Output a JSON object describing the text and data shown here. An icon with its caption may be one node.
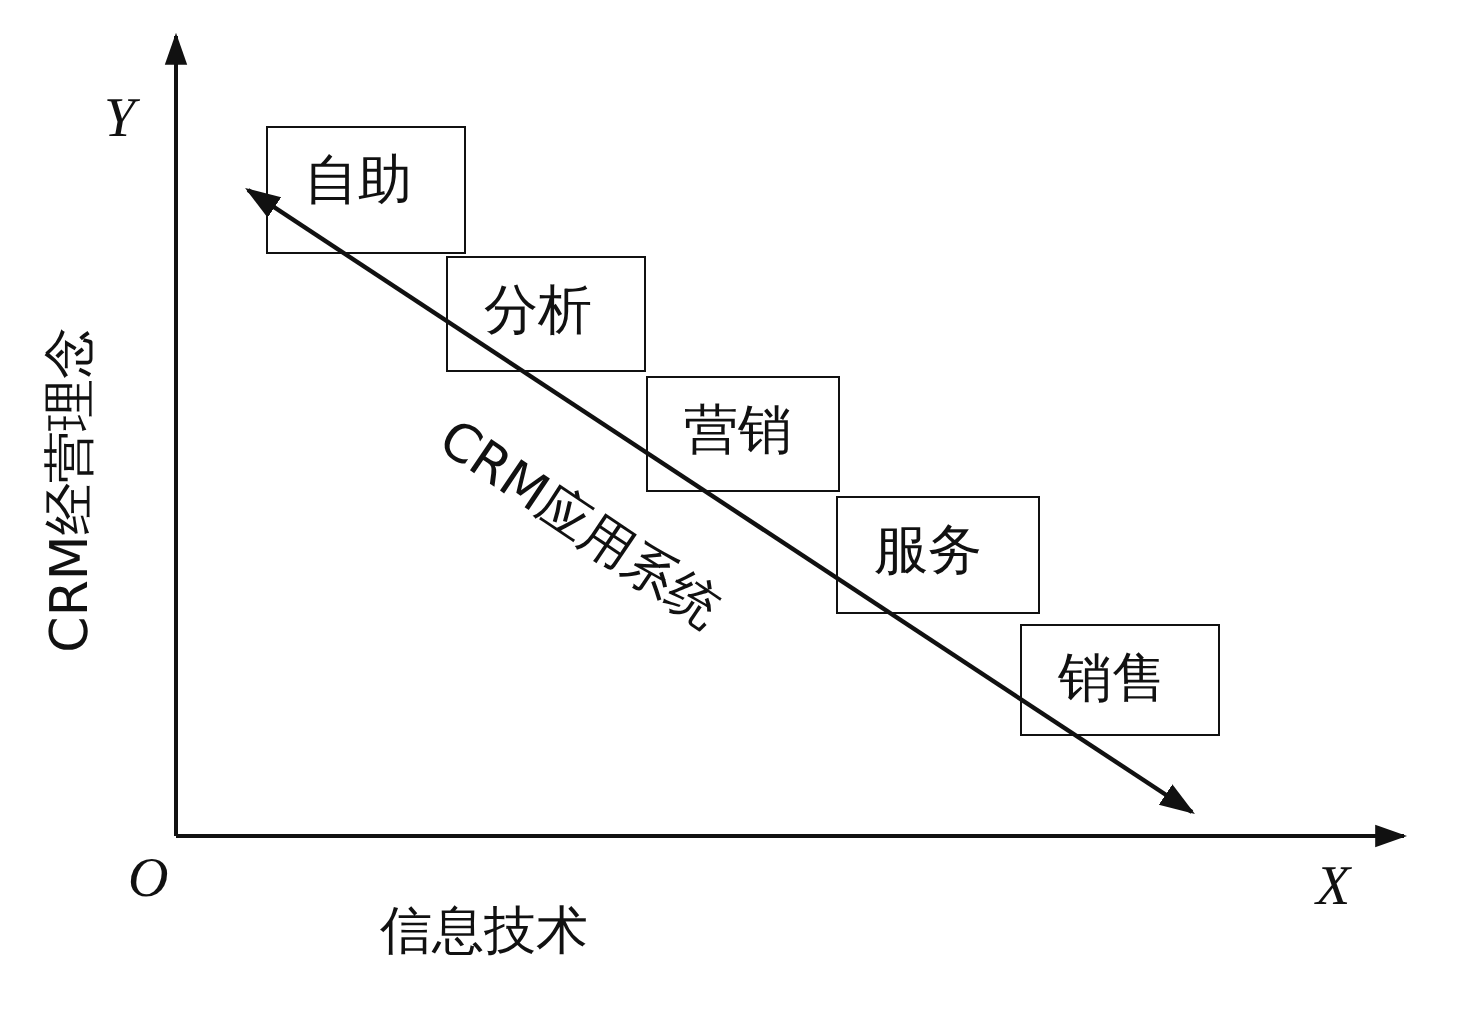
{
  "diagram": {
    "nodes": [
      {
        "text": [
          "自助"
        ]
      },
      {
        "text": [
          "分析"
        ]
      },
      {
        "text": [
          "营销"
        ]
      },
      {
        "text": [
          "服务"
        ]
      },
      {
        "text": [
          "销售"
        ]
      }
    ],
    "labels": [
      "Y",
      "CRM经营理念",
      "CRM应用系统",
      "O",
      "信息技术",
      "X"
    ]
  }
}
